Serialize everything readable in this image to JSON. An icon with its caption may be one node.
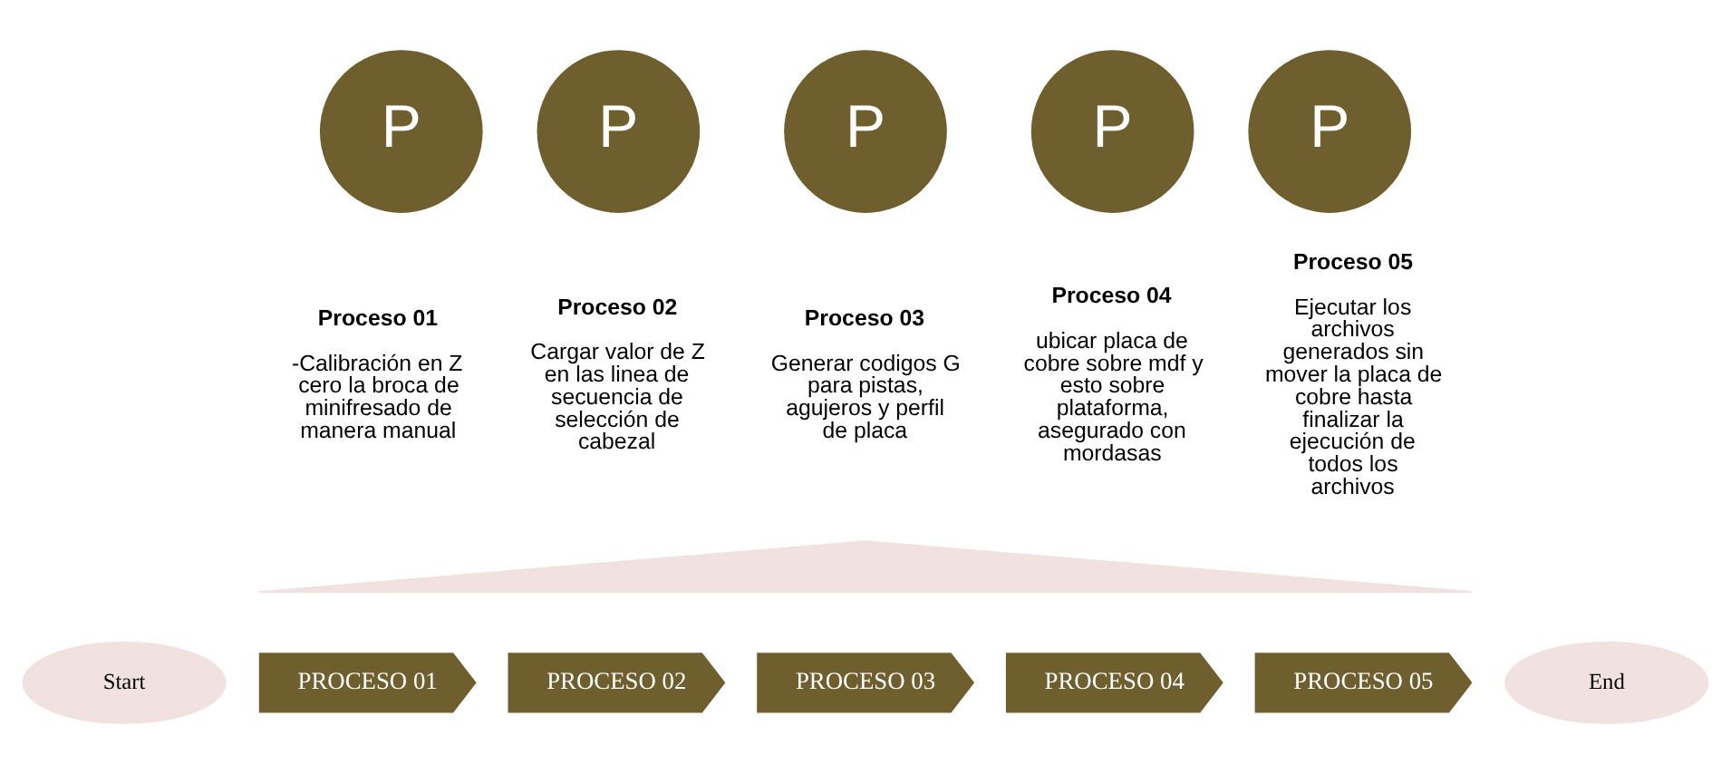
{
  "diagram": {
    "nodes": [
      {
        "text": [
          "P"
        ],
        "beside": [
          "Proceso 01",
          "-Calibración en Z cero la broca de minifresado de manera manual"
        ]
      },
      {
        "text": [
          "P"
        ],
        "beside": [
          "Proceso 02",
          "Cargar valor de Z en las linea de secuencia de selección de cabezal"
        ]
      },
      {
        "text": [
          "P"
        ],
        "beside": [
          "Proceso 03",
          "Generar codigos G para pistas, agujeros y perfil de placa"
        ]
      },
      {
        "text": [
          "P"
        ],
        "beside": [
          "Proceso 04",
          "ubicar placa de cobre sobre mdf y esto sobre plataforma, asegurado con mordasas"
        ]
      },
      {
        "text": [
          "P"
        ],
        "beside": [
          "Proceso 05",
          "Ejecutar los archivos generados sin mover la placa de cobre hasta finalizar la ejecución de todos los archivos"
        ]
      },
      {
        "text": [],
        "shape": "triangle"
      },
      {
        "text": [
          "Start"
        ]
      },
      {
        "text": [
          "PROCESO 01"
        ]
      },
      {
        "text": [
          "PROCESO 02"
        ]
      },
      {
        "text": [
          "PROCESO 03"
        ]
      },
      {
        "text": [
          "PROCESO 04"
        ]
      },
      {
        "text": [
          "PROCESO 05"
        ]
      },
      {
        "text": [
          "End"
        ]
      }
    ]
  }
}
